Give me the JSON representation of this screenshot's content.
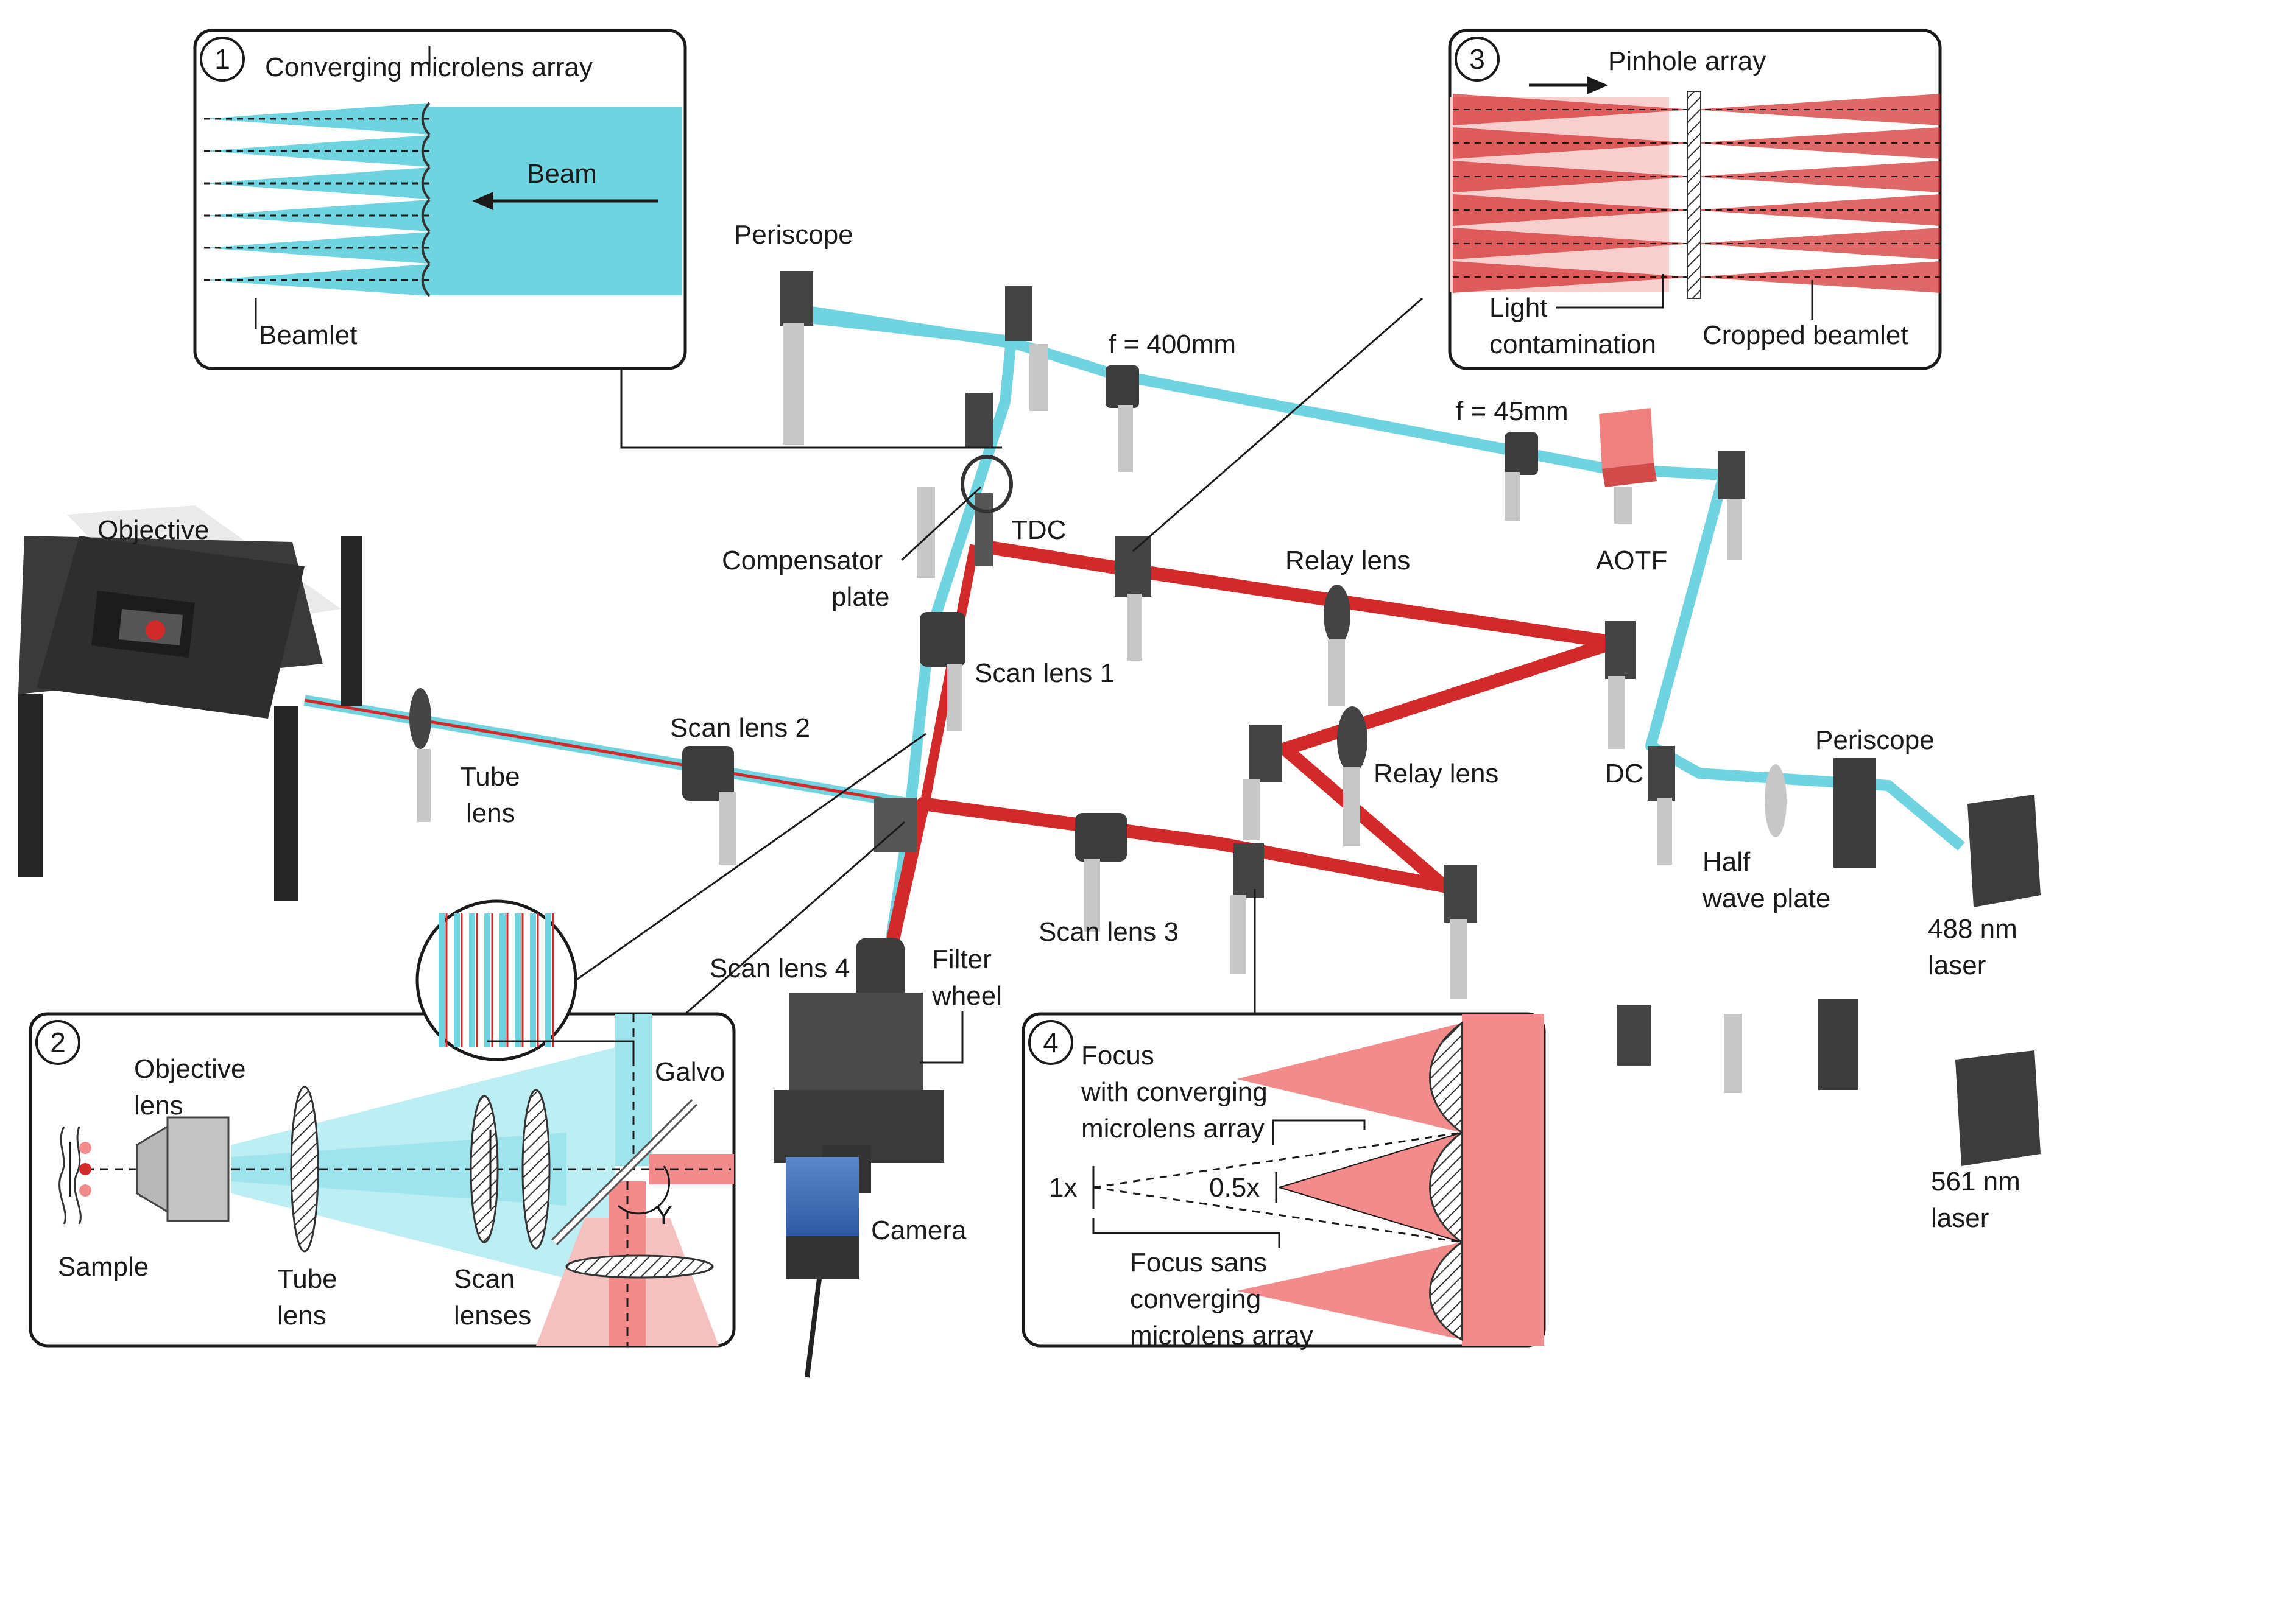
{
  "colors": {
    "cyan_beam": "#6fd4df",
    "red_beam": "#d22a2a",
    "light_red": "#f5a3a3",
    "light_cyan": "#9fe4ec",
    "component_dark": "#3c3c3c",
    "post_silver": "#c7c7c7"
  },
  "labels": {
    "objective": "Objective",
    "tube_lens": [
      "Tube",
      "lens"
    ],
    "scan_lens_1": "Scan lens 1",
    "scan_lens_2": "Scan lens 2",
    "scan_lens_3": "Scan lens 3",
    "scan_lens_4": "Scan lens 4",
    "periscope_top": "Periscope",
    "periscope_right": "Periscope",
    "f400": "f = 400mm",
    "f45": "f = 45mm",
    "tdc": "TDC",
    "compensator": [
      "Compensator",
      "plate"
    ],
    "relay_lens_1": "Relay lens",
    "relay_lens_2": "Relay lens",
    "aotf": "AOTF",
    "dc": "DC",
    "half_wave": [
      "Half",
      "wave plate"
    ],
    "laser_488": [
      "488 nm",
      "laser"
    ],
    "laser_561": [
      "561 nm",
      "laser"
    ],
    "filter_wheel": [
      "Filter",
      "wheel"
    ],
    "camera": "Camera"
  },
  "inset1": {
    "number": "1",
    "title": "Converging microlens array",
    "beam": "Beam",
    "beamlet": "Beamlet"
  },
  "inset2": {
    "number": "2",
    "objective_lens": [
      "Objective",
      "lens"
    ],
    "galvo": "Galvo",
    "sample": "Sample",
    "tube_lens": [
      "Tube",
      "lens"
    ],
    "scan_lenses": [
      "Scan",
      "lenses"
    ],
    "gamma": "Y"
  },
  "inset3": {
    "number": "3",
    "title": "Pinhole array",
    "light_contamination": [
      "Light",
      "contamination"
    ],
    "cropped_beamlet": "Cropped beamlet"
  },
  "inset4": {
    "number": "4",
    "focus_with": [
      "Focus",
      "with converging",
      "microlens array"
    ],
    "x1": "1x",
    "x05": "0.5x",
    "focus_sans": [
      "Focus sans",
      "converging",
      "microlens array"
    ]
  }
}
